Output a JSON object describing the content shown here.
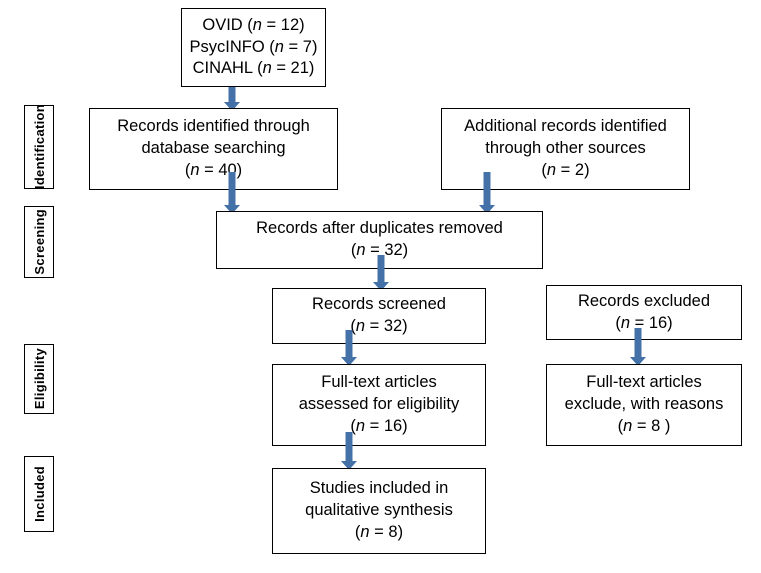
{
  "diagram": {
    "title": "PRISMA flow diagram",
    "accent_color": "#4472A8",
    "box_border_color": "#000000",
    "background_color": "#FFFFFF"
  },
  "stages": [
    {
      "label": "Identification"
    },
    {
      "label": "Screening"
    },
    {
      "label": "Eligibility"
    },
    {
      "label": "Included"
    }
  ],
  "boxes": {
    "databases": {
      "line1": "OVID (n = 12)",
      "line2": "PsycINFO (n = 7)",
      "line3": "CINAHL (n = 21)"
    },
    "records_identified": {
      "line1": "Records identified through",
      "line2": "database searching",
      "line3": "(n = 40)"
    },
    "additional_records": {
      "line1": "Additional records identified",
      "line2": "through other sources",
      "line3": "(n = 2)"
    },
    "duplicates_removed": {
      "line1": "Records after duplicates removed",
      "line2": "(n = 32)"
    },
    "records_screened": {
      "line1": "Records screened",
      "line2": "(n = 32)"
    },
    "records_excluded": {
      "line1": "Records excluded",
      "line2": "(n = 16)"
    },
    "fulltext_assessed": {
      "line1": "Full-text articles",
      "line2": "assessed for eligibility",
      "line3": "(n = 16)"
    },
    "fulltext_excluded": {
      "line1": "Full-text articles",
      "line2": "exclude, with reasons",
      "line3": "(n = 8 )"
    },
    "studies_included": {
      "line1": "Studies included in",
      "line2": "qualitative synthesis",
      "line3": "(n = 8)"
    }
  },
  "chart_data": {
    "type": "diagram",
    "title": "PRISMA flow diagram",
    "nodes": [
      {
        "id": "databases",
        "stage": "Identification",
        "text": "OVID (n = 12); PsycINFO (n = 7); CINAHL (n = 21)",
        "n": 40
      },
      {
        "id": "records_identified",
        "stage": "Identification",
        "text": "Records identified through database searching",
        "n": 40
      },
      {
        "id": "additional_records",
        "stage": "Identification",
        "text": "Additional records identified through other sources",
        "n": 2
      },
      {
        "id": "duplicates_removed",
        "stage": "Screening",
        "text": "Records after duplicates removed",
        "n": 32
      },
      {
        "id": "records_screened",
        "stage": "Screening",
        "text": "Records screened",
        "n": 32
      },
      {
        "id": "records_excluded",
        "stage": "Screening",
        "text": "Records excluded",
        "n": 16
      },
      {
        "id": "fulltext_assessed",
        "stage": "Eligibility",
        "text": "Full-text articles assessed for eligibility",
        "n": 16
      },
      {
        "id": "fulltext_excluded",
        "stage": "Eligibility",
        "text": "Full-text articles exclude, with reasons",
        "n": 8
      },
      {
        "id": "studies_included",
        "stage": "Included",
        "text": "Studies included in qualitative synthesis",
        "n": 8
      }
    ],
    "edges": [
      {
        "from": "databases",
        "to": "records_identified"
      },
      {
        "from": "records_identified",
        "to": "duplicates_removed"
      },
      {
        "from": "additional_records",
        "to": "duplicates_removed"
      },
      {
        "from": "duplicates_removed",
        "to": "records_screened"
      },
      {
        "from": "records_screened",
        "to": "fulltext_assessed"
      },
      {
        "from": "records_excluded",
        "to": "fulltext_excluded"
      },
      {
        "from": "fulltext_assessed",
        "to": "studies_included"
      }
    ]
  }
}
